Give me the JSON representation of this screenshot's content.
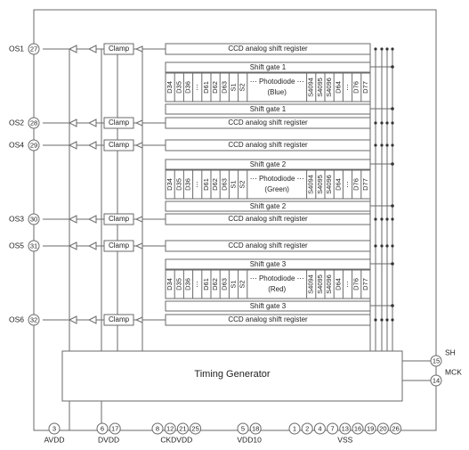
{
  "diagram": {
    "shift_register_label": "CCD analog shift register",
    "clamp_label": "Clamp",
    "timing_generator_label": "Timing Generator",
    "outputs": [
      {
        "label": "OS1",
        "pin": "27"
      },
      {
        "label": "OS2",
        "pin": "28"
      },
      {
        "label": "OS4",
        "pin": "29"
      },
      {
        "label": "OS3",
        "pin": "30"
      },
      {
        "label": "OS5",
        "pin": "31"
      },
      {
        "label": "OS6",
        "pin": "32"
      }
    ],
    "channels": [
      {
        "gate_label": "Shift gate 1",
        "photodiode_label": "Photodiode",
        "color": "(Blue)"
      },
      {
        "gate_label": "Shift gate 2",
        "photodiode_label": "Photodiode",
        "color": "(Green)"
      },
      {
        "gate_label": "Shift gate 3",
        "photodiode_label": "Photodiode",
        "color": "(Red)"
      }
    ],
    "pixel_cells_left": [
      "D34",
      "D35",
      "D36",
      "⋯",
      "D61",
      "D62",
      "D63",
      "S1",
      "S2"
    ],
    "pixel_cells_right": [
      "S4094",
      "S4095",
      "S4096",
      "D64",
      "⋯",
      "D76",
      "D77"
    ],
    "ellipsis": "⋯",
    "right_pins": [
      {
        "label": "SH",
        "pin": "15"
      },
      {
        "label": "MCK",
        "pin": "14"
      }
    ],
    "bottom_groups": [
      {
        "label": "AVDD",
        "pins": [
          "3"
        ]
      },
      {
        "label": "DVDD",
        "pins": [
          "6",
          "17"
        ]
      },
      {
        "label": "CKDVDD",
        "pins": [
          "8",
          "12",
          "21",
          "25"
        ]
      },
      {
        "label": "VDD10",
        "pins": [
          "5",
          "18"
        ]
      },
      {
        "label": "VSS",
        "pins": [
          "1",
          "2",
          "4",
          "7",
          "13",
          "16",
          "19",
          "20",
          "26"
        ]
      }
    ]
  }
}
